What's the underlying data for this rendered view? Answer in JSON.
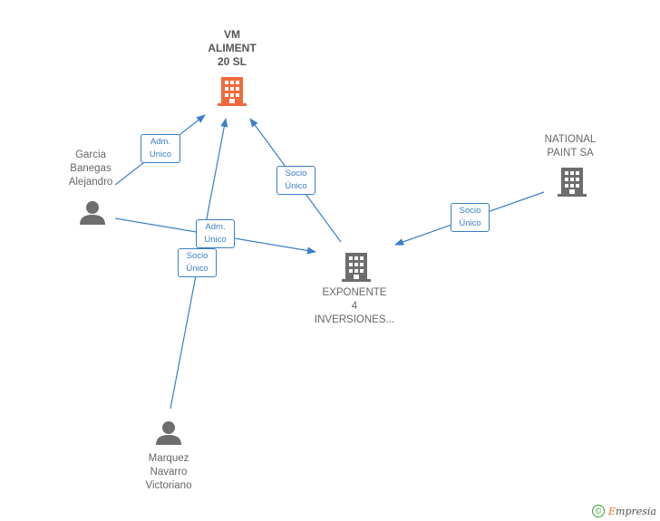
{
  "nodes": {
    "vm_aliment": {
      "label": "VM\nALIMENT\n20  SL"
    },
    "garcia": {
      "label": "Garcia\nBanegas\nAlejandro"
    },
    "national": {
      "label": "NATIONAL\nPAINT SA"
    },
    "exponente": {
      "label": "EXPONENTE\n4\nINVERSIONES..."
    },
    "marquez": {
      "label": "Marquez\nNavarro\nVictoriano"
    }
  },
  "edges": {
    "garcia_vm": "Adm.\nUnico",
    "exponente_vm": "Socio\nÚnico",
    "national_exponente": "Socio\nÚnico",
    "garcia_exponente": "Adm.\nUnico",
    "marquez_vm": "Socio\nÚnico"
  },
  "colors": {
    "edge": "#3a7fc8",
    "main_company": "#f06a3c",
    "company": "#6d6d6d",
    "person": "#6d6d6d"
  },
  "footer": {
    "copyright_symbol": "©",
    "brand_first": "E",
    "brand_rest": "mpresia"
  }
}
